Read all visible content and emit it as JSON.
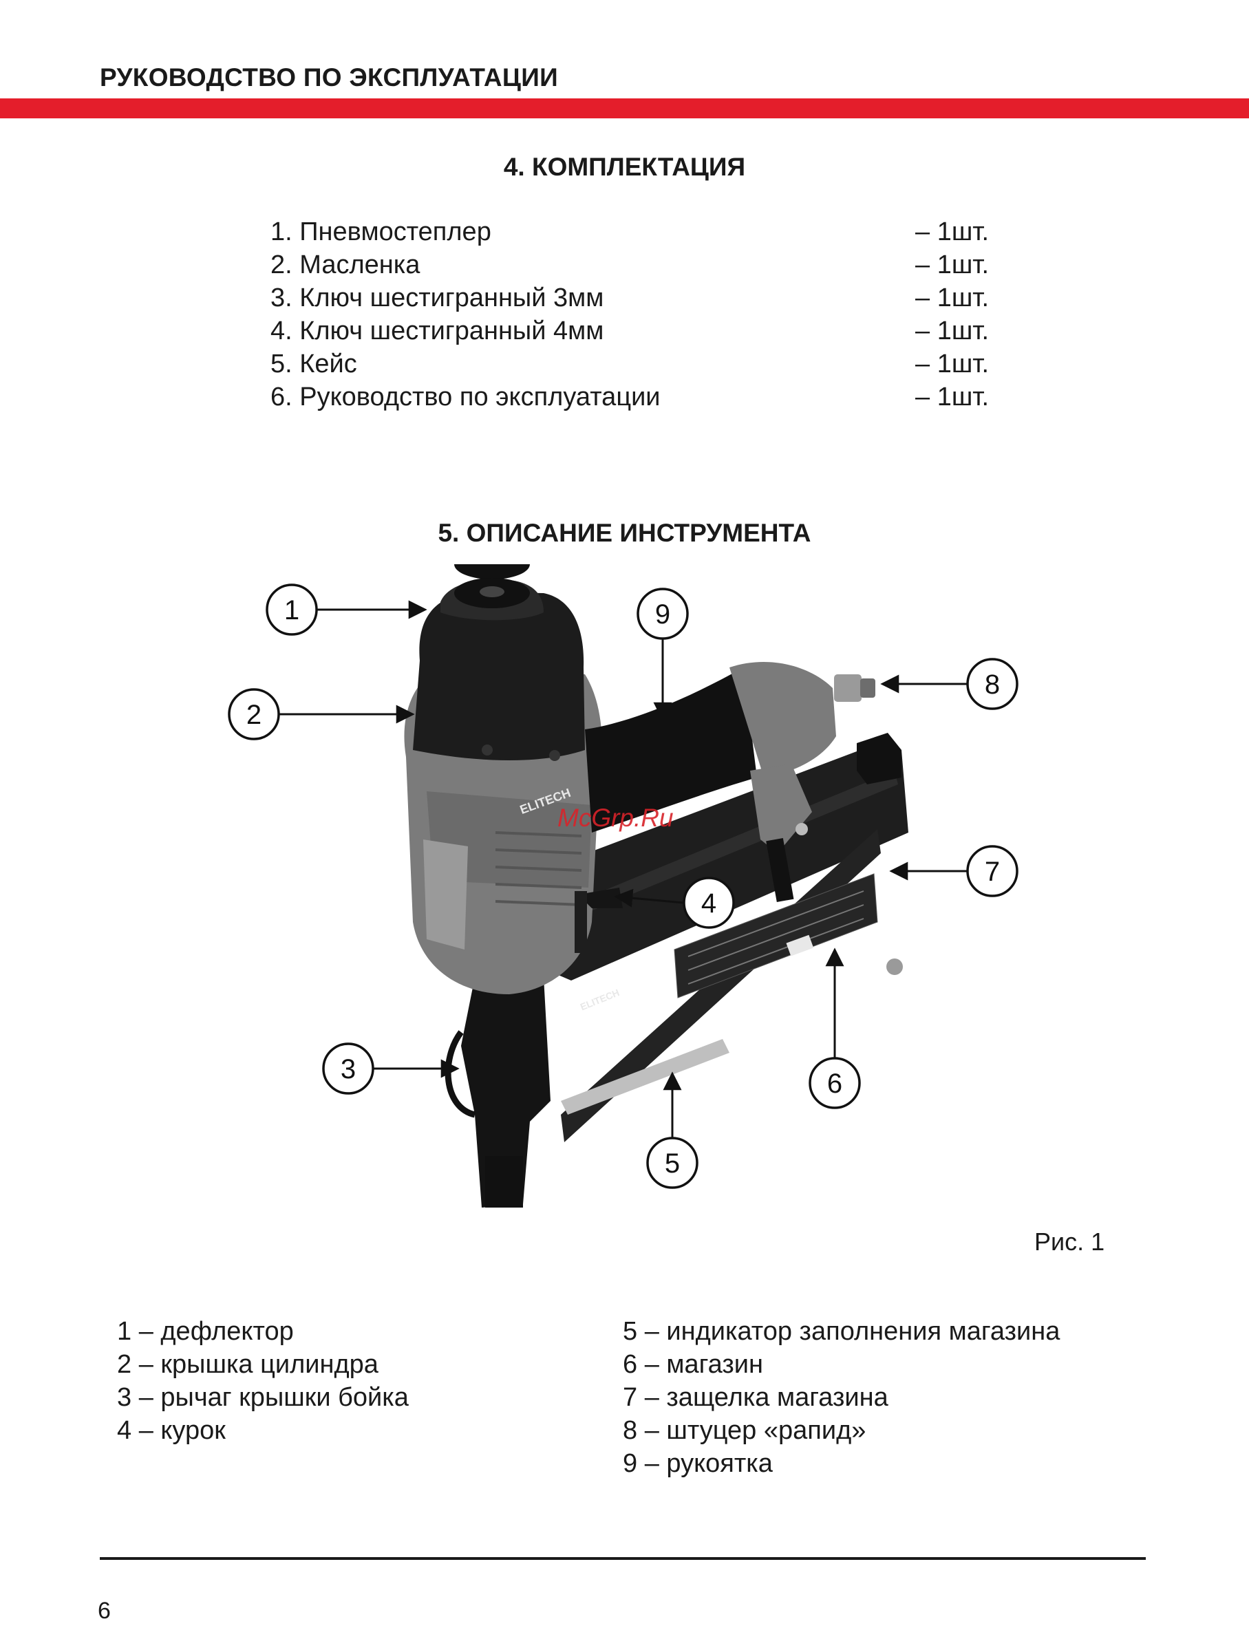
{
  "header": {
    "title": "РУКОВОДСТВО ПО ЭКСПЛУАТАЦИИ",
    "accent_color": "#e41e2b"
  },
  "section4": {
    "title": "4. КОМПЛЕКТАЦИЯ",
    "items": [
      {
        "name": "1. Пневмостеплер",
        "qty": "– 1шт."
      },
      {
        "name": "2. Масленка",
        "qty": "– 1шт."
      },
      {
        "name": "3. Ключ шестигранный 3мм",
        "qty": "– 1шт."
      },
      {
        "name": "4. Ключ шестигранный 4мм",
        "qty": "– 1шт."
      },
      {
        "name": "5. Кейс",
        "qty": "– 1шт."
      },
      {
        "name": "6. Руководство по эксплуатации",
        "qty": "– 1шт."
      }
    ]
  },
  "section5": {
    "title": "5. ОПИСАНИЕ ИНСТРУМЕНТА",
    "figure": {
      "brand": "ELITECH",
      "watermark": "McGrp.Ru",
      "callouts": [
        "1",
        "2",
        "3",
        "4",
        "5",
        "6",
        "7",
        "8",
        "9"
      ],
      "caption": "Рис. 1"
    },
    "legend_left": [
      "1 – дефлектор",
      "2 – крышка цилиндра",
      "3 – рычаг крышки бойка",
      "4 – курок"
    ],
    "legend_right": [
      "5 – индикатор заполнения магазина",
      "6 – магазин",
      "7 – защелка магазина",
      "8 – штуцер «рапид»",
      "9 – рукоятка"
    ]
  },
  "footer": {
    "page_number": "6"
  }
}
